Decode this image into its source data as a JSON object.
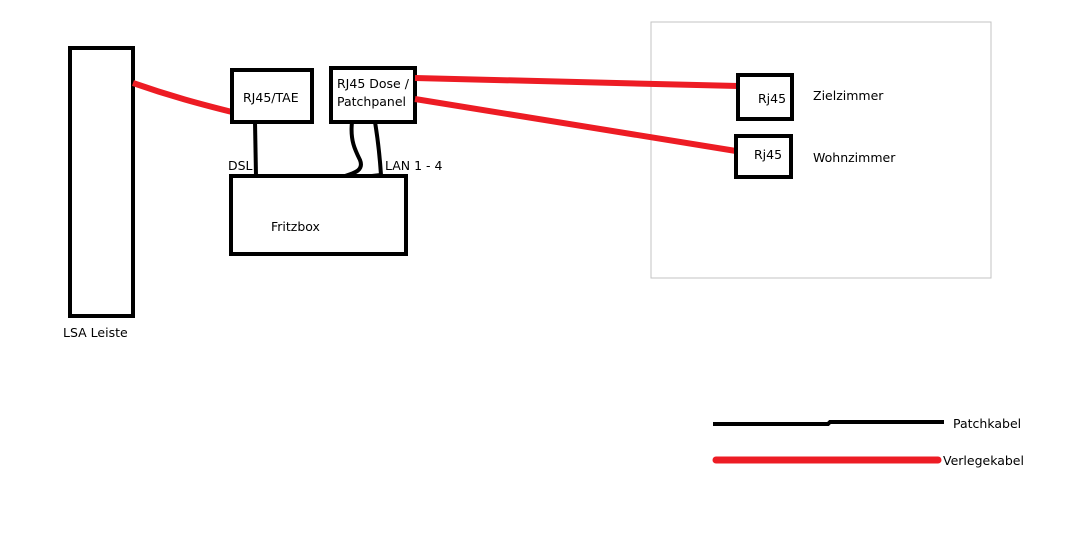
{
  "nodes": {
    "lsa": "LSA Leiste",
    "rj45_tae": "RJ45/TAE",
    "patch_line1": "RJ45 Dose /",
    "patch_line2": "Patchpanel",
    "fritzbox": "Fritzbox",
    "rj45_ziel": "Rj45",
    "rj45_wohn": "Rj45"
  },
  "labels": {
    "dsl": "DSL",
    "lan": "LAN 1 - 4",
    "zielzimmer": "Zielzimmer",
    "wohnzimmer": "Wohnzimmer"
  },
  "legend": {
    "patch": {
      "label": "Patchkabel",
      "color": "#000000"
    },
    "verlege": {
      "label": "Verlegekabel",
      "color": "#ed1c24"
    }
  }
}
